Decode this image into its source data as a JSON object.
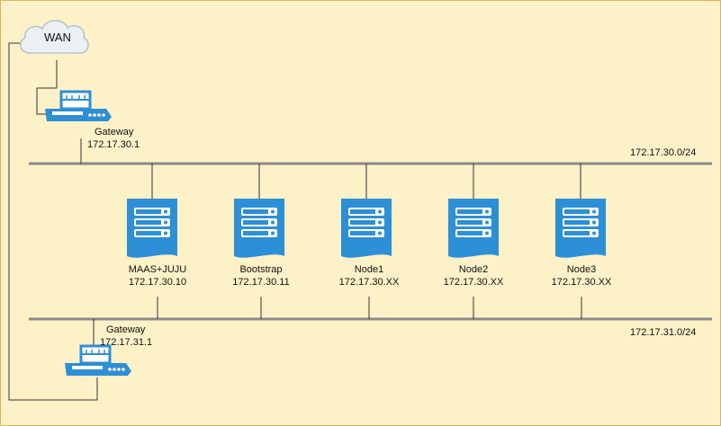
{
  "diagram": {
    "wan_label": "WAN",
    "networks": {
      "upper": {
        "subnet": "172.17.30.0/24"
      },
      "lower": {
        "subnet": "172.17.31.0/24"
      }
    },
    "gateways": [
      {
        "label": "Gateway",
        "ip": "172.17.30.1"
      },
      {
        "label": "Gateway",
        "ip": "172.17.31.1"
      }
    ],
    "servers": [
      {
        "name": "MAAS+JUJU",
        "ip": "172.17.30.10"
      },
      {
        "name": "Bootstrap",
        "ip": "172.17.30.11"
      },
      {
        "name": "Node1",
        "ip": "172.17.30.XX"
      },
      {
        "name": "Node2",
        "ip": "172.17.30.XX"
      },
      {
        "name": "Node3",
        "ip": "172.17.30.XX"
      }
    ],
    "colors": {
      "background": "#fdf1c8",
      "border": "#d8b45e",
      "bus_line": "#8a8a8a",
      "wire": "#333333",
      "device_blue": "#2d8fd5",
      "cloud_fill": "#eaf0f3",
      "cloud_stroke": "#b6c2c8"
    }
  }
}
